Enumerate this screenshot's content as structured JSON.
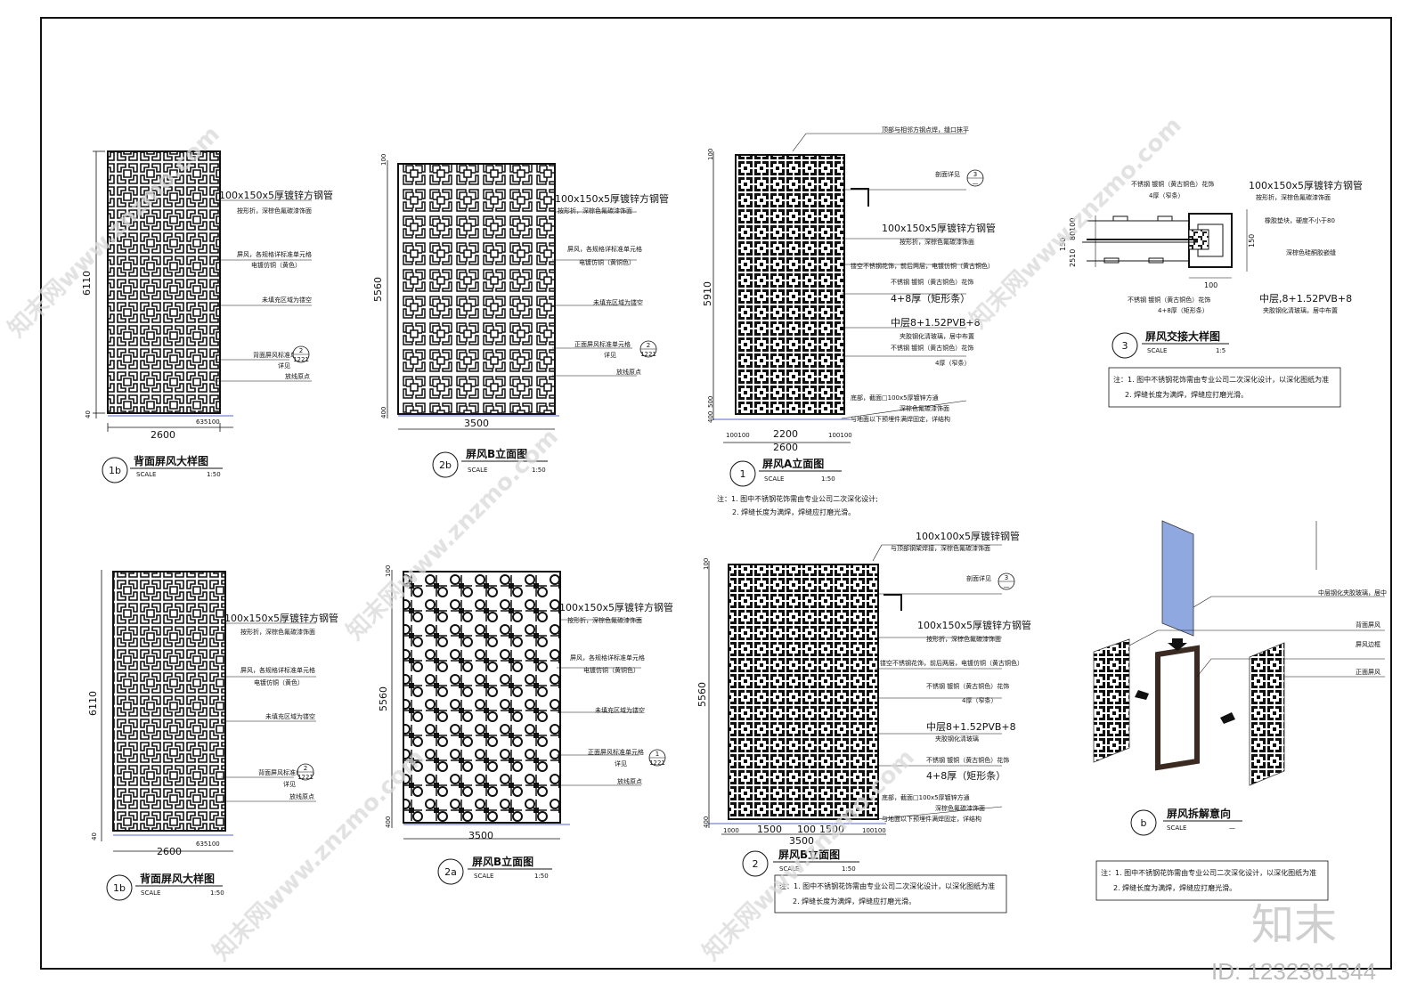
{
  "drawings": {
    "d1b_top": {
      "dims": {
        "height": "6110",
        "bottom": "40",
        "width": "2600",
        "side": "635100"
      },
      "notes": [
        "100x150x5厚镀锌方钢管",
        "按形折，深棕色氟碳漆饰面",
        "屏风，各规格详标准单元格",
        "电镀仿铜（黄色）",
        "未填充区域为镂空",
        "背面屏风标准单元格",
        "详见",
        "放线原点"
      ],
      "ref": {
        "num": "2",
        "sheet": "1221"
      },
      "title": {
        "num": "1b",
        "name": "背面屏风大样图",
        "scale_label": "SCALE",
        "scale": "1:50"
      }
    },
    "d2b": {
      "dims": {
        "top": "100",
        "height": "5560",
        "bottom": "400",
        "width": "3500"
      },
      "notes": [
        "100x150x5厚镀锌方钢管",
        "按形折，深棕色氟碳漆饰面",
        "屏风，各规格详标准单元格",
        "电镀仿铜（黄铜色）",
        "未填充区域为镂空",
        "正面屏风标准单元格",
        "详见",
        "放线原点"
      ],
      "ref": {
        "num": "2",
        "sheet": "1221"
      },
      "title": {
        "num": "2b",
        "name": "屏风B立面图",
        "scale_label": "SCALE",
        "scale": "1:50"
      }
    },
    "d1": {
      "dims": {
        "top": "100",
        "height": "5910",
        "bottom1": "400",
        "bottom2": "500",
        "w1": "100100",
        "w2": "2200",
        "w3": "100100",
        "width": "2600"
      },
      "notes": [
        "顶部与相邻方钢点焊，缝口抹平",
        "剖面详见",
        "100x150x5厚镀锌方钢管",
        "按形折，深棕色氟碳漆饰面",
        "镂空不锈钢花饰，前后两层，电镀仿铜（黄古铜色）",
        "不锈钢 镀铜（黄古铜色）花饰",
        "4+8厚（矩形条）",
        "中层8+1.52PVB+8",
        "夹胶钢化清玻璃，居中布置",
        "不锈钢 镀铜（黄古铜色）花饰",
        "4厚（窄条）",
        "底部，截面□100x5厚镀锌方通",
        "深棕色氟碳漆饰面",
        "与地面以下预埋件满焊固定，详结构"
      ],
      "ref": {
        "num": "3",
        "sheet": "—"
      },
      "title": {
        "num": "1",
        "name": "屏风A立面图",
        "scale_label": "SCALE",
        "scale": "1:50"
      },
      "footnote": [
        "注：1. 图中不锈钢花饰需由专业公司二次深化设计;",
        "2. 焊缝长度为满焊，焊缝应打磨光滑。"
      ]
    },
    "d3": {
      "dims": {
        "h1": "150",
        "h2": "150",
        "left": "2510",
        "mid": "80100",
        "w": "100"
      },
      "notes": [
        "不锈钢 镀铜（黄古铜色）花饰",
        "4厚（窄条）",
        "100x150x5厚镀锌方钢管",
        "按形折，深棕色氟碳漆饰面",
        "橡胶垫块，硬度不小于80",
        "深棕色硅酮胶嵌缝",
        "不锈钢 镀铜（黄古铜色）花饰",
        "4+8厚（矩形条）",
        "中层,8+1.52PVB+8",
        "夹胶钢化清玻璃，居中布置"
      ],
      "title": {
        "num": "3",
        "name": "屏风交接大样图",
        "scale_label": "SCALE",
        "scale": "1:5"
      },
      "footnote": [
        "注：1. 图中不锈钢花饰需由专业公司二次深化设计，以深化图纸为准",
        "2. 焊缝长度为满焊，焊缝应打磨光滑。"
      ]
    },
    "d1b_bot": {
      "dims": {
        "height": "6110",
        "bottom": "40",
        "width": "2600",
        "side": "635100"
      },
      "notes": [
        "100x150x5厚镀锌方钢管",
        "按形折，深棕色氟碳漆饰面",
        "屏风，各规格详标准单元格",
        "电镀仿铜（黄色）",
        "未填充区域为镂空",
        "背面屏风标准单元格",
        "详见",
        "放线原点"
      ],
      "ref": {
        "num": "2",
        "sheet": "1221"
      },
      "title": {
        "num": "1b",
        "name": "背面屏风大样图",
        "scale_label": "SCALE",
        "scale": "1:50"
      }
    },
    "d2a": {
      "dims": {
        "top": "100",
        "height": "5560",
        "bottom": "400",
        "width": "3500"
      },
      "notes": [
        "100x150x5厚镀锌方钢管",
        "按形折，深棕色氟碳漆饰面",
        "屏风，各规格详标准单元格",
        "电镀仿铜（黄铜色）",
        "未填充区域为镂空",
        "正面屏风标准单元格",
        "详见",
        "放线原点"
      ],
      "ref": {
        "num": "1",
        "sheet": "1221"
      },
      "title": {
        "num": "2a",
        "name": "屏风B立面图",
        "scale_label": "SCALE",
        "scale": "1:50"
      }
    },
    "d2": {
      "dims": {
        "top": "100",
        "height": "5560",
        "bottom": "400",
        "w1": "1000",
        "w2": "1500",
        "w3": "100",
        "w4": "1500",
        "w5": "100100",
        "width": "3500"
      },
      "notes": [
        "100x100x5厚镀锌钢管",
        "与顶部钢架焊接，深棕色氟碳漆饰面",
        "剖面详见",
        "100x150x5厚镀锌方钢管",
        "按形折，深棕色氟碳漆饰面",
        "镂空不锈钢花饰，前后两层，电镀仿铜（黄古铜色）",
        "不锈钢 镀铜（黄古铜色）花饰",
        "4厚（窄条）",
        "中层8+1.52PVB+8",
        "夹胶钢化清玻璃",
        "不锈钢 镀铜（黄古铜色）花饰",
        "4+8厚（矩形条）",
        "底部，截面□100x5厚镀锌方通",
        "深棕色氟碳漆饰面",
        "与地面以下预埋件满焊固定，详结构"
      ],
      "ref": {
        "num": "3",
        "sheet": "—"
      },
      "title": {
        "num": "2",
        "name": "屏风B立面图",
        "scale_label": "SCALE",
        "scale": "1:50"
      },
      "footnote": [
        "注：1. 图中不锈钢花饰需由专业公司二次深化设计，以深化图纸为准",
        "2. 焊缝长度为满焊，焊缝应打磨光滑。"
      ]
    },
    "db": {
      "notes": [
        "中层钢化夹胶玻璃，居中",
        "背面屏风",
        "屏风边框",
        "正面屏风"
      ],
      "title": {
        "num": "b",
        "name": "屏风拆解意向",
        "scale_label": "SCALE",
        "scale": "—"
      },
      "footnote": [
        "注：1. 图中不锈钢花饰需由专业公司二次深化设计，以深化图纸为准",
        "2. 焊缝长度为满焊，焊缝应打磨光滑。"
      ]
    }
  },
  "watermark": {
    "text": "知末网www.znzmo.com",
    "logo": "知末",
    "id": "ID: 1232361344"
  },
  "colors": {
    "line": "#111111",
    "glass": "#8fa9e0",
    "frame": "#3a2a22",
    "blueline": "#5566cc",
    "wm": "#d9d9d9"
  }
}
